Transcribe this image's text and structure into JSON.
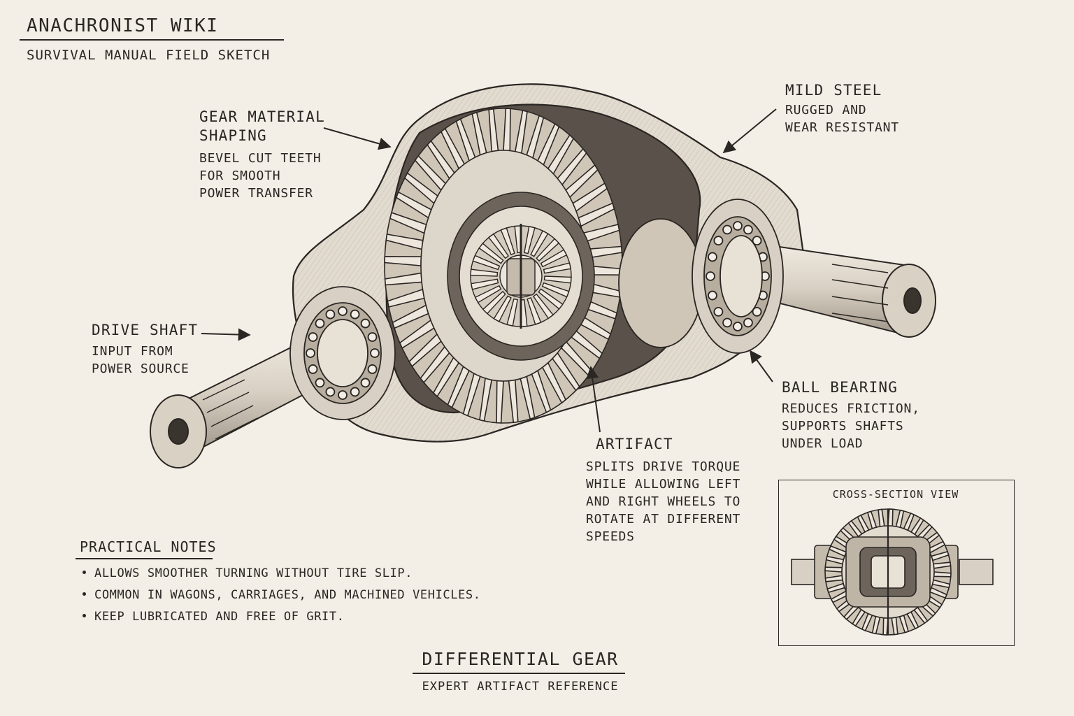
{
  "header": {
    "title": "ANACHRONIST WIKI",
    "subtitle": "SURVIVAL MANUAL FIELD SKETCH"
  },
  "callouts": {
    "gear_material": {
      "title": "GEAR MATERIAL\nSHAPING",
      "desc": "BEVEL CUT TEETH\nFOR SMOOTH\nPOWER TRANSFER"
    },
    "mild_steel": {
      "title": "MILD STEEL",
      "desc": "RUGGED AND\nWEAR RESISTANT"
    },
    "drive_shaft": {
      "title": "DRIVE SHAFT",
      "desc": "INPUT FROM\nPOWER SOURCE"
    },
    "ball_bearing": {
      "title": "BALL BEARING",
      "desc": "REDUCES FRICTION,\nSUPPORTS SHAFTS\nUNDER LOAD"
    },
    "artifact": {
      "title": "ARTIFACT",
      "desc": "SPLITS DRIVE TORQUE\nWHILE ALLOWING LEFT\nAND RIGHT WHEELS TO\nROTATE AT DIFFERENT\nSPEEDS"
    }
  },
  "notes": {
    "heading": "PRACTICAL NOTES",
    "items": [
      "ALLOWS SMOOTHER TURNING WITHOUT TIRE SLIP.",
      "COMMON IN WAGONS, CARRIAGES, AND MACHINED VEHICLES.",
      "KEEP LUBRICATED AND FREE OF GRIT."
    ]
  },
  "cross_section": {
    "title": "CROSS-SECTION VIEW"
  },
  "footer": {
    "title": "DIFFERENTIAL GEAR",
    "subtitle": "EXPERT ARTIFACT REFERENCE"
  },
  "colors": {
    "paper": "#f3efe6",
    "ink": "#2a2623",
    "metal_light": "#e7e1d6",
    "metal_mid": "#c9c0b2",
    "metal_dark": "#8f867a"
  }
}
